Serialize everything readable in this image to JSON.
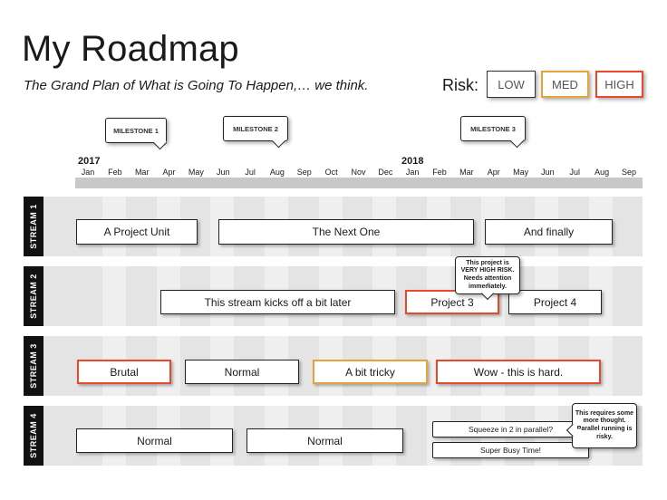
{
  "title": "My Roadmap",
  "subtitle": "The Grand Plan of What is Going To Happen,… we think.",
  "risk": {
    "label": "Risk:",
    "low": "LOW",
    "med": "MED",
    "high": "HIGH"
  },
  "colors": {
    "low": "#333333",
    "med": "#e8a23a",
    "high": "#e8492b",
    "stream_label": "#111111"
  },
  "milestones": {
    "m1": "MILESTONE 1",
    "m2": "MILESTONE 2",
    "m3": "MILESTONE 3"
  },
  "years": {
    "y2017": "2017",
    "y2018": "2018"
  },
  "months": [
    "Jan",
    "Feb",
    "Mar",
    "Apr",
    "May",
    "Jun",
    "Jul",
    "Aug",
    "Sep",
    "Oct",
    "Nov",
    "Dec",
    "Jan",
    "Feb",
    "Mar",
    "Apr",
    "May",
    "Jun",
    "Jul",
    "Aug",
    "Sep"
  ],
  "streams": {
    "s1": {
      "label": "STREAM 1",
      "items": {
        "a": "A Project Unit",
        "b": "The Next One",
        "c": "And finally"
      }
    },
    "s2": {
      "label": "STREAM 2",
      "items": {
        "a": "This stream kicks off a bit later",
        "b": "Project 3",
        "c": "Project 4"
      },
      "callout": "This project is VERY HIGH RISK. Needs attention immediately."
    },
    "s3": {
      "label": "STREAM 3",
      "items": {
        "a": "Brutal",
        "b": "Normal",
        "c": "A bit tricky",
        "d": "Wow - this is hard."
      }
    },
    "s4": {
      "label": "STREAM 4",
      "items": {
        "a": "Normal",
        "b": "Normal",
        "c": "Squeeze in 2 in parallel?",
        "d": "Super Busy Time!"
      },
      "callout": "This requires some more thought. Parallel running is risky."
    }
  }
}
